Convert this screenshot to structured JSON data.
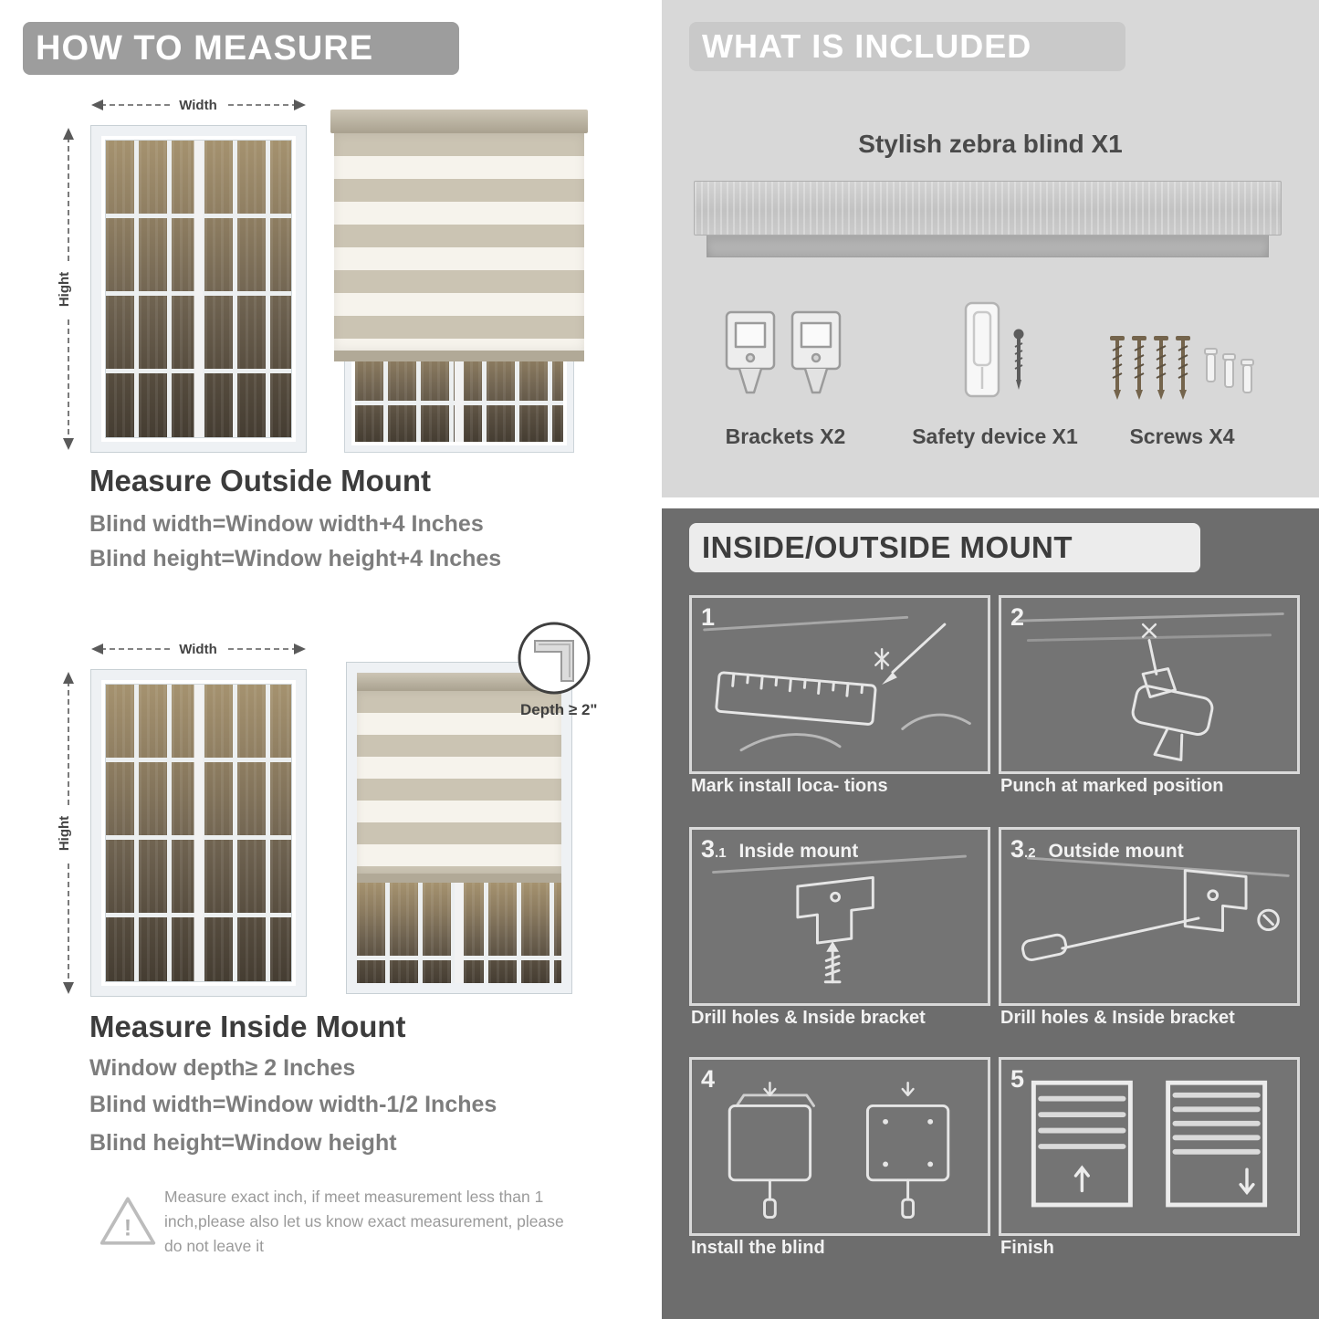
{
  "left": {
    "header": "HOW TO MEASURE",
    "outside": {
      "width_label": "Width",
      "height_label": "Hight",
      "title": "Measure Outside Mount",
      "lines": [
        "Blind width=Window width+4 Inches",
        "Blind height=Window height+4 Inches"
      ]
    },
    "inside": {
      "width_label": "Width",
      "height_label": "Hight",
      "depth_callout": "Depth ≥ 2\"",
      "title": "Measure Inside Mount",
      "lines": [
        "Window depth≥ 2 Inches",
        "Blind width=Window width-1/2 Inches",
        "Blind height=Window height"
      ]
    },
    "warning": {
      "mark": "!",
      "text": "Measure exact inch, if meet measurement less than 1 inch,please also let us know exact measurement, please do not leave it"
    }
  },
  "included": {
    "header": "WHAT IS INCLUDED",
    "product_label": "Stylish zebra blind X1",
    "items": [
      {
        "label": "Brackets X2",
        "icon": "brackets-icon"
      },
      {
        "label": "Safety device X1",
        "icon": "safety-device-icon"
      },
      {
        "label": "Screws X4",
        "icon": "screws-icon"
      }
    ]
  },
  "mount": {
    "header": "INSIDE/OUTSIDE MOUNT",
    "steps": [
      {
        "num": "1",
        "sub": "",
        "title": "",
        "caption": "Mark install loca- tions",
        "icon": "ruler-pencil-icon"
      },
      {
        "num": "2",
        "sub": "",
        "title": "",
        "caption": "Punch at  marked position",
        "icon": "drill-icon"
      },
      {
        "num": "3",
        "sub": ".1",
        "title": "Inside mount",
        "caption": "Drill holes &  Inside bracket",
        "icon": "inside-bracket-icon"
      },
      {
        "num": "3",
        "sub": ".2",
        "title": "Outside mount",
        "caption": "Drill holes &  Inside bracket",
        "icon": "outside-bracket-icon"
      },
      {
        "num": "4",
        "sub": "",
        "title": "",
        "caption": "Install the blind",
        "icon": "install-blind-icon"
      },
      {
        "num": "5",
        "sub": "",
        "title": "",
        "caption": "Finish",
        "icon": "finish-blinds-icon"
      }
    ]
  },
  "colors": {
    "banner_gray": "#9d9d9d",
    "included_bg": "#d8d8d8",
    "included_banner": "#c9c9c9",
    "mount_bg": "#6d6d6d",
    "heading_text": "#3c3c3c",
    "body_text": "#7d7d7d",
    "stripe_tan": "#cbc4b3",
    "stripe_sheer": "#f6f3ec"
  }
}
